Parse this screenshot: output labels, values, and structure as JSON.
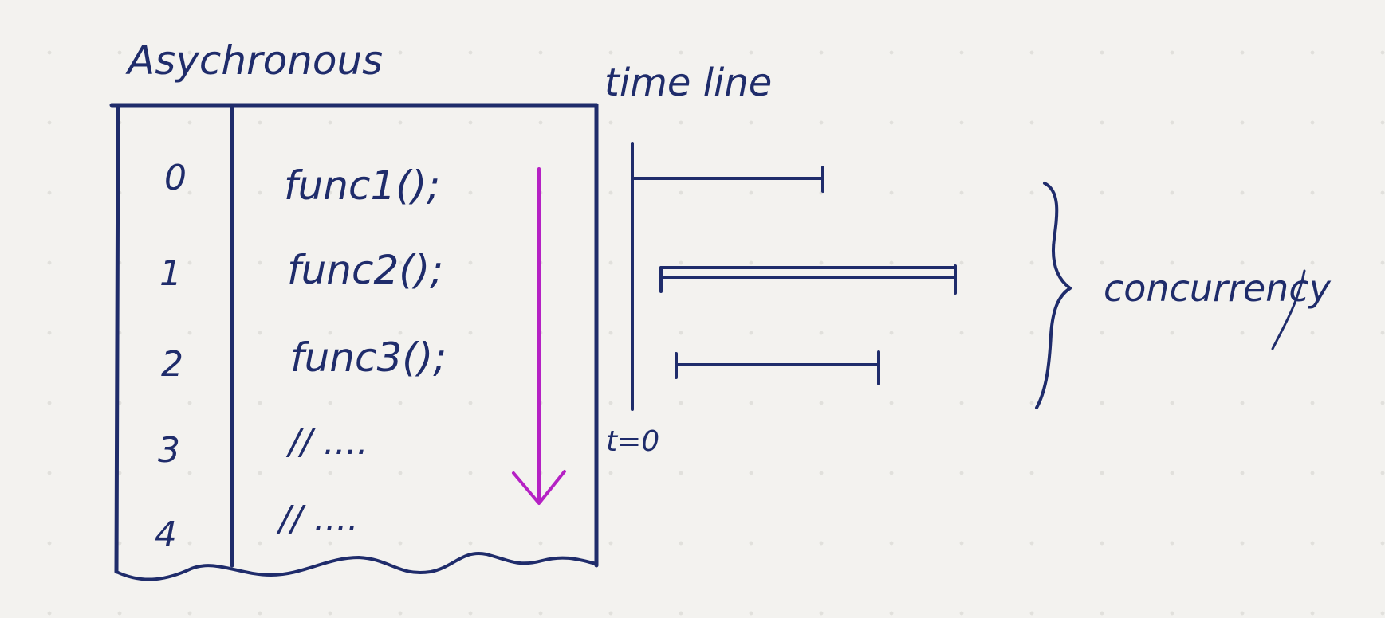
{
  "diagram": {
    "title": "Asychronous",
    "timeline_label": "time line",
    "origin_label": "t=0",
    "brace_label": "concurrency",
    "rows": [
      {
        "index": "0",
        "code": "func1();"
      },
      {
        "index": "1",
        "code": "func2();"
      },
      {
        "index": "2",
        "code": "func3();"
      },
      {
        "index": "3",
        "code": "// ...."
      },
      {
        "index": "4",
        "code": "// ...."
      }
    ]
  },
  "colors": {
    "ink": "#1f2c6b",
    "arrow": "#b521c4",
    "background": "#f3f2ef"
  }
}
